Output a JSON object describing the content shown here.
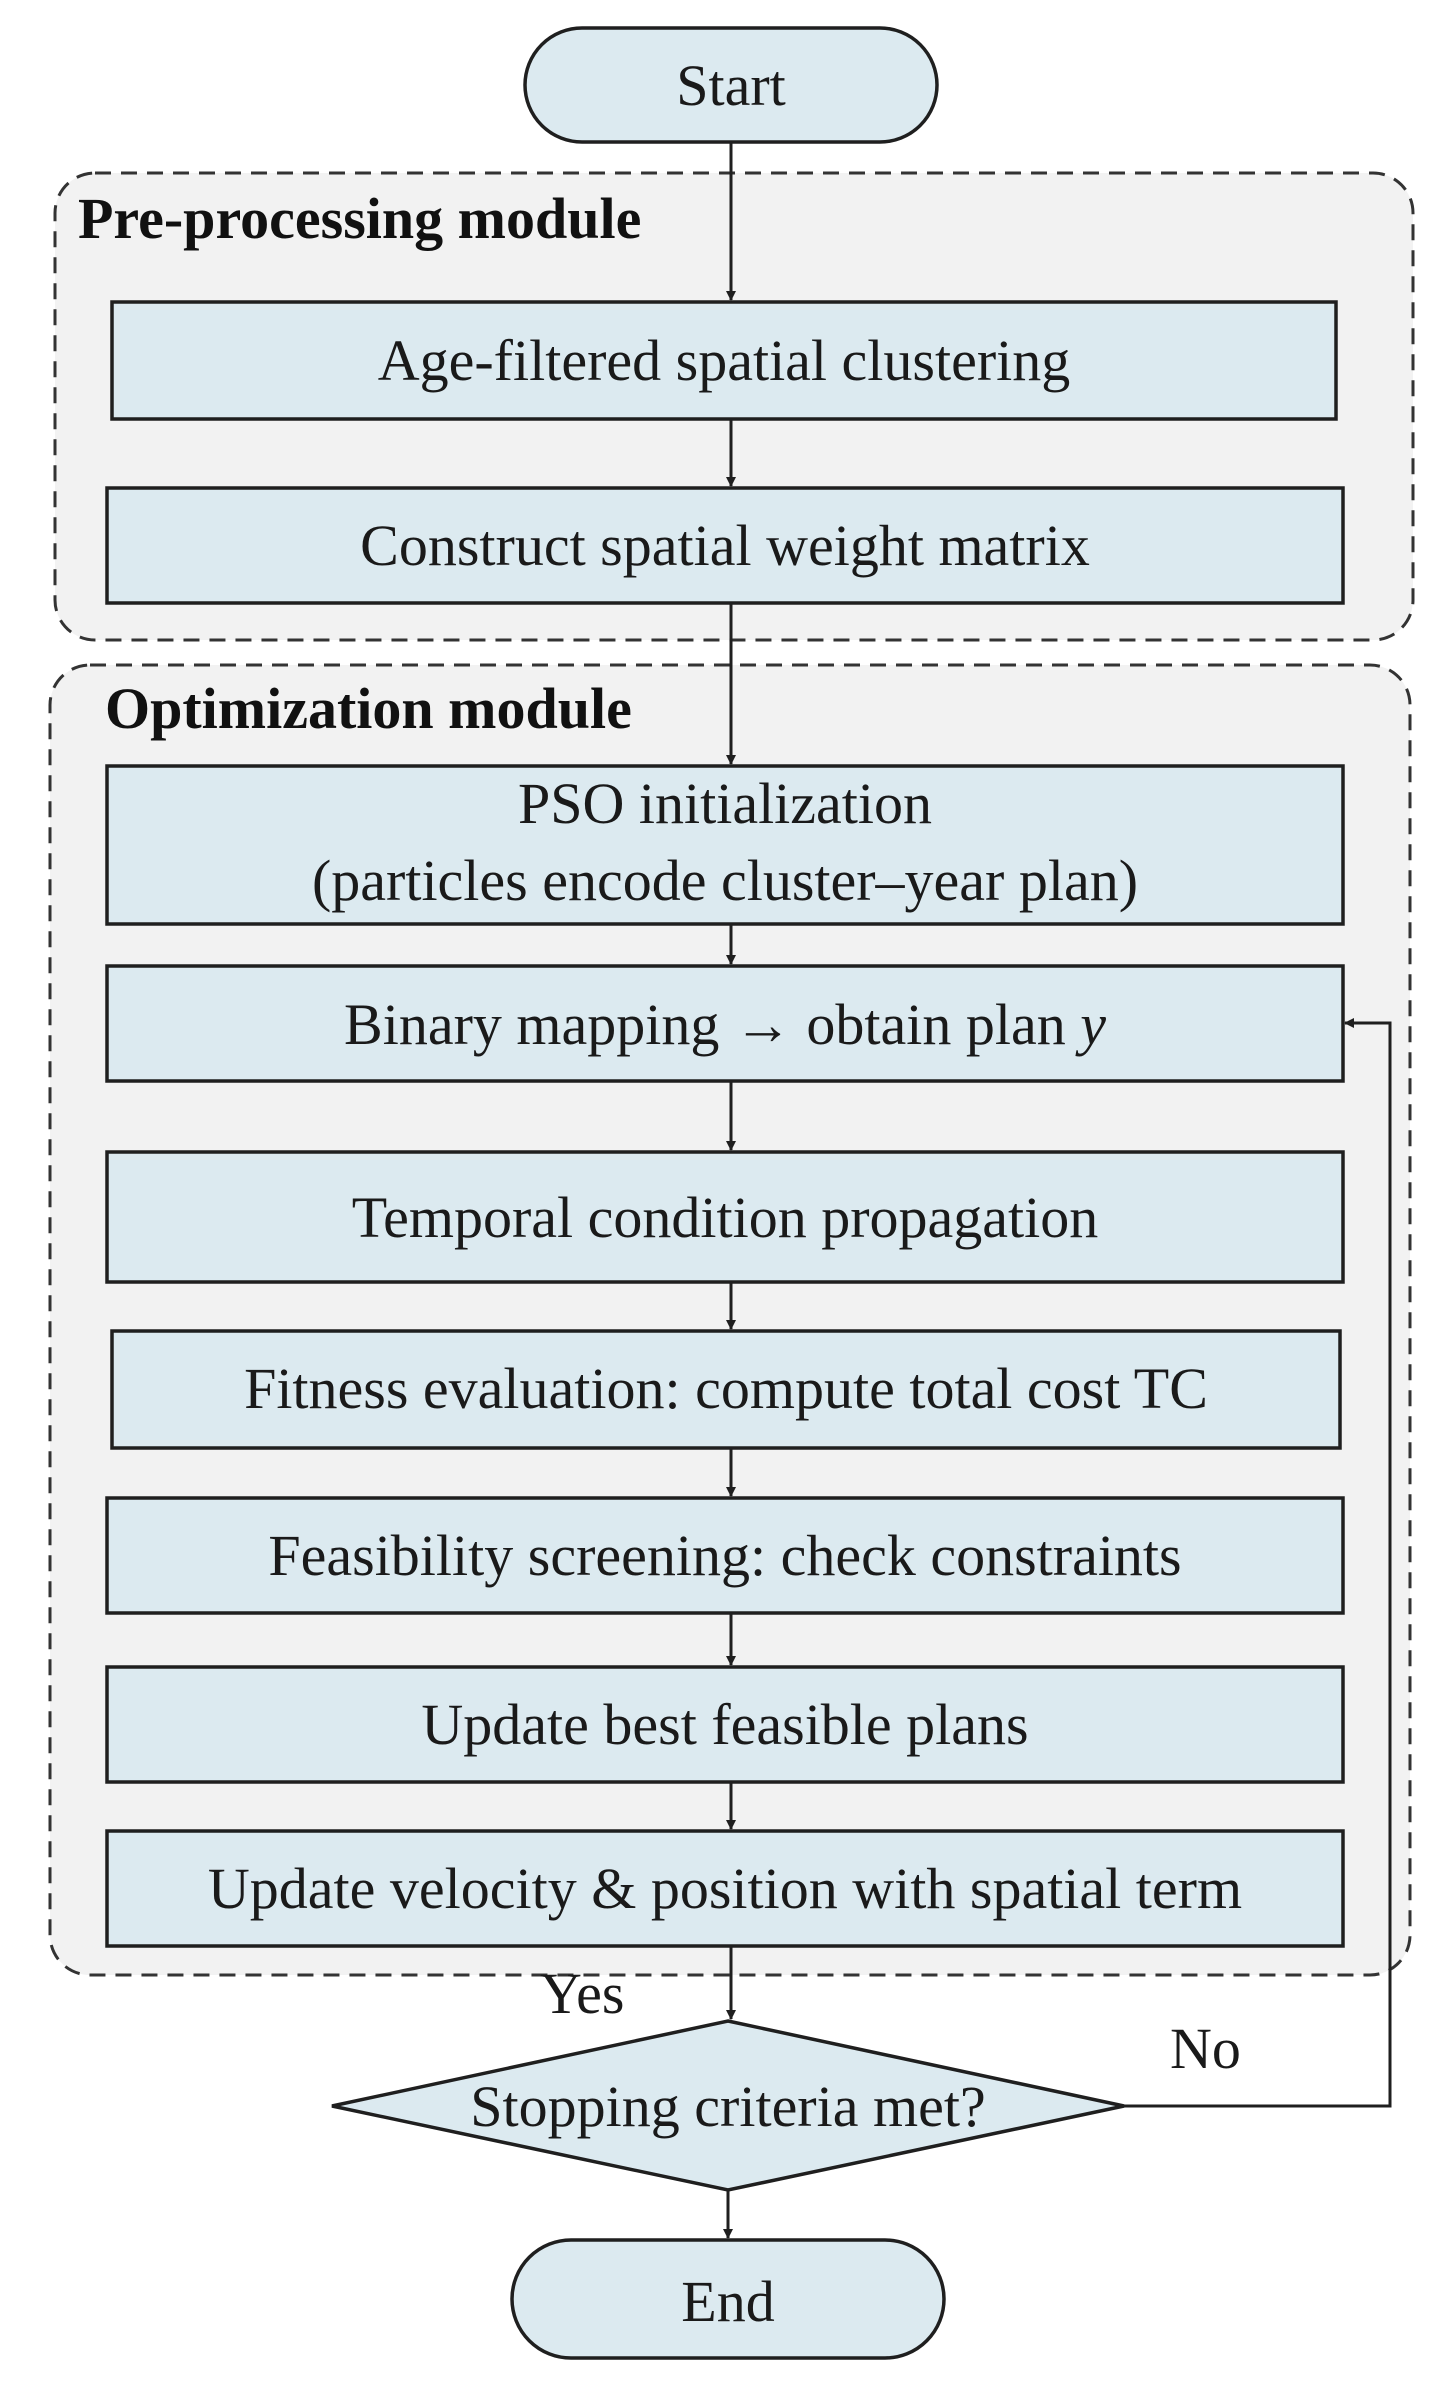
{
  "diagram": {
    "start": {
      "label": "Start"
    },
    "preprocessing_module": {
      "title": "Pre-processing module",
      "steps": [
        "Age-filtered spatial clustering",
        "Construct spatial weight matrix"
      ]
    },
    "optimization_module": {
      "title": "Optimization module",
      "pso_init": {
        "line1": "PSO initialization",
        "line2": "(particles encode cluster–year plan)"
      },
      "binary_mapping": {
        "label": "Binary mapping → obtain plan ",
        "variable": "y"
      },
      "steps": [
        "Temporal condition propagation",
        "Fitness evaluation: compute total cost TC",
        "Feasibility screening: check constraints",
        "Update best feasible plans",
        "Update velocity & position with spatial term"
      ]
    },
    "decision": {
      "label": "Stopping criteria met?",
      "yes_label": "Yes",
      "no_label": "No"
    },
    "end": {
      "label": "End"
    }
  }
}
